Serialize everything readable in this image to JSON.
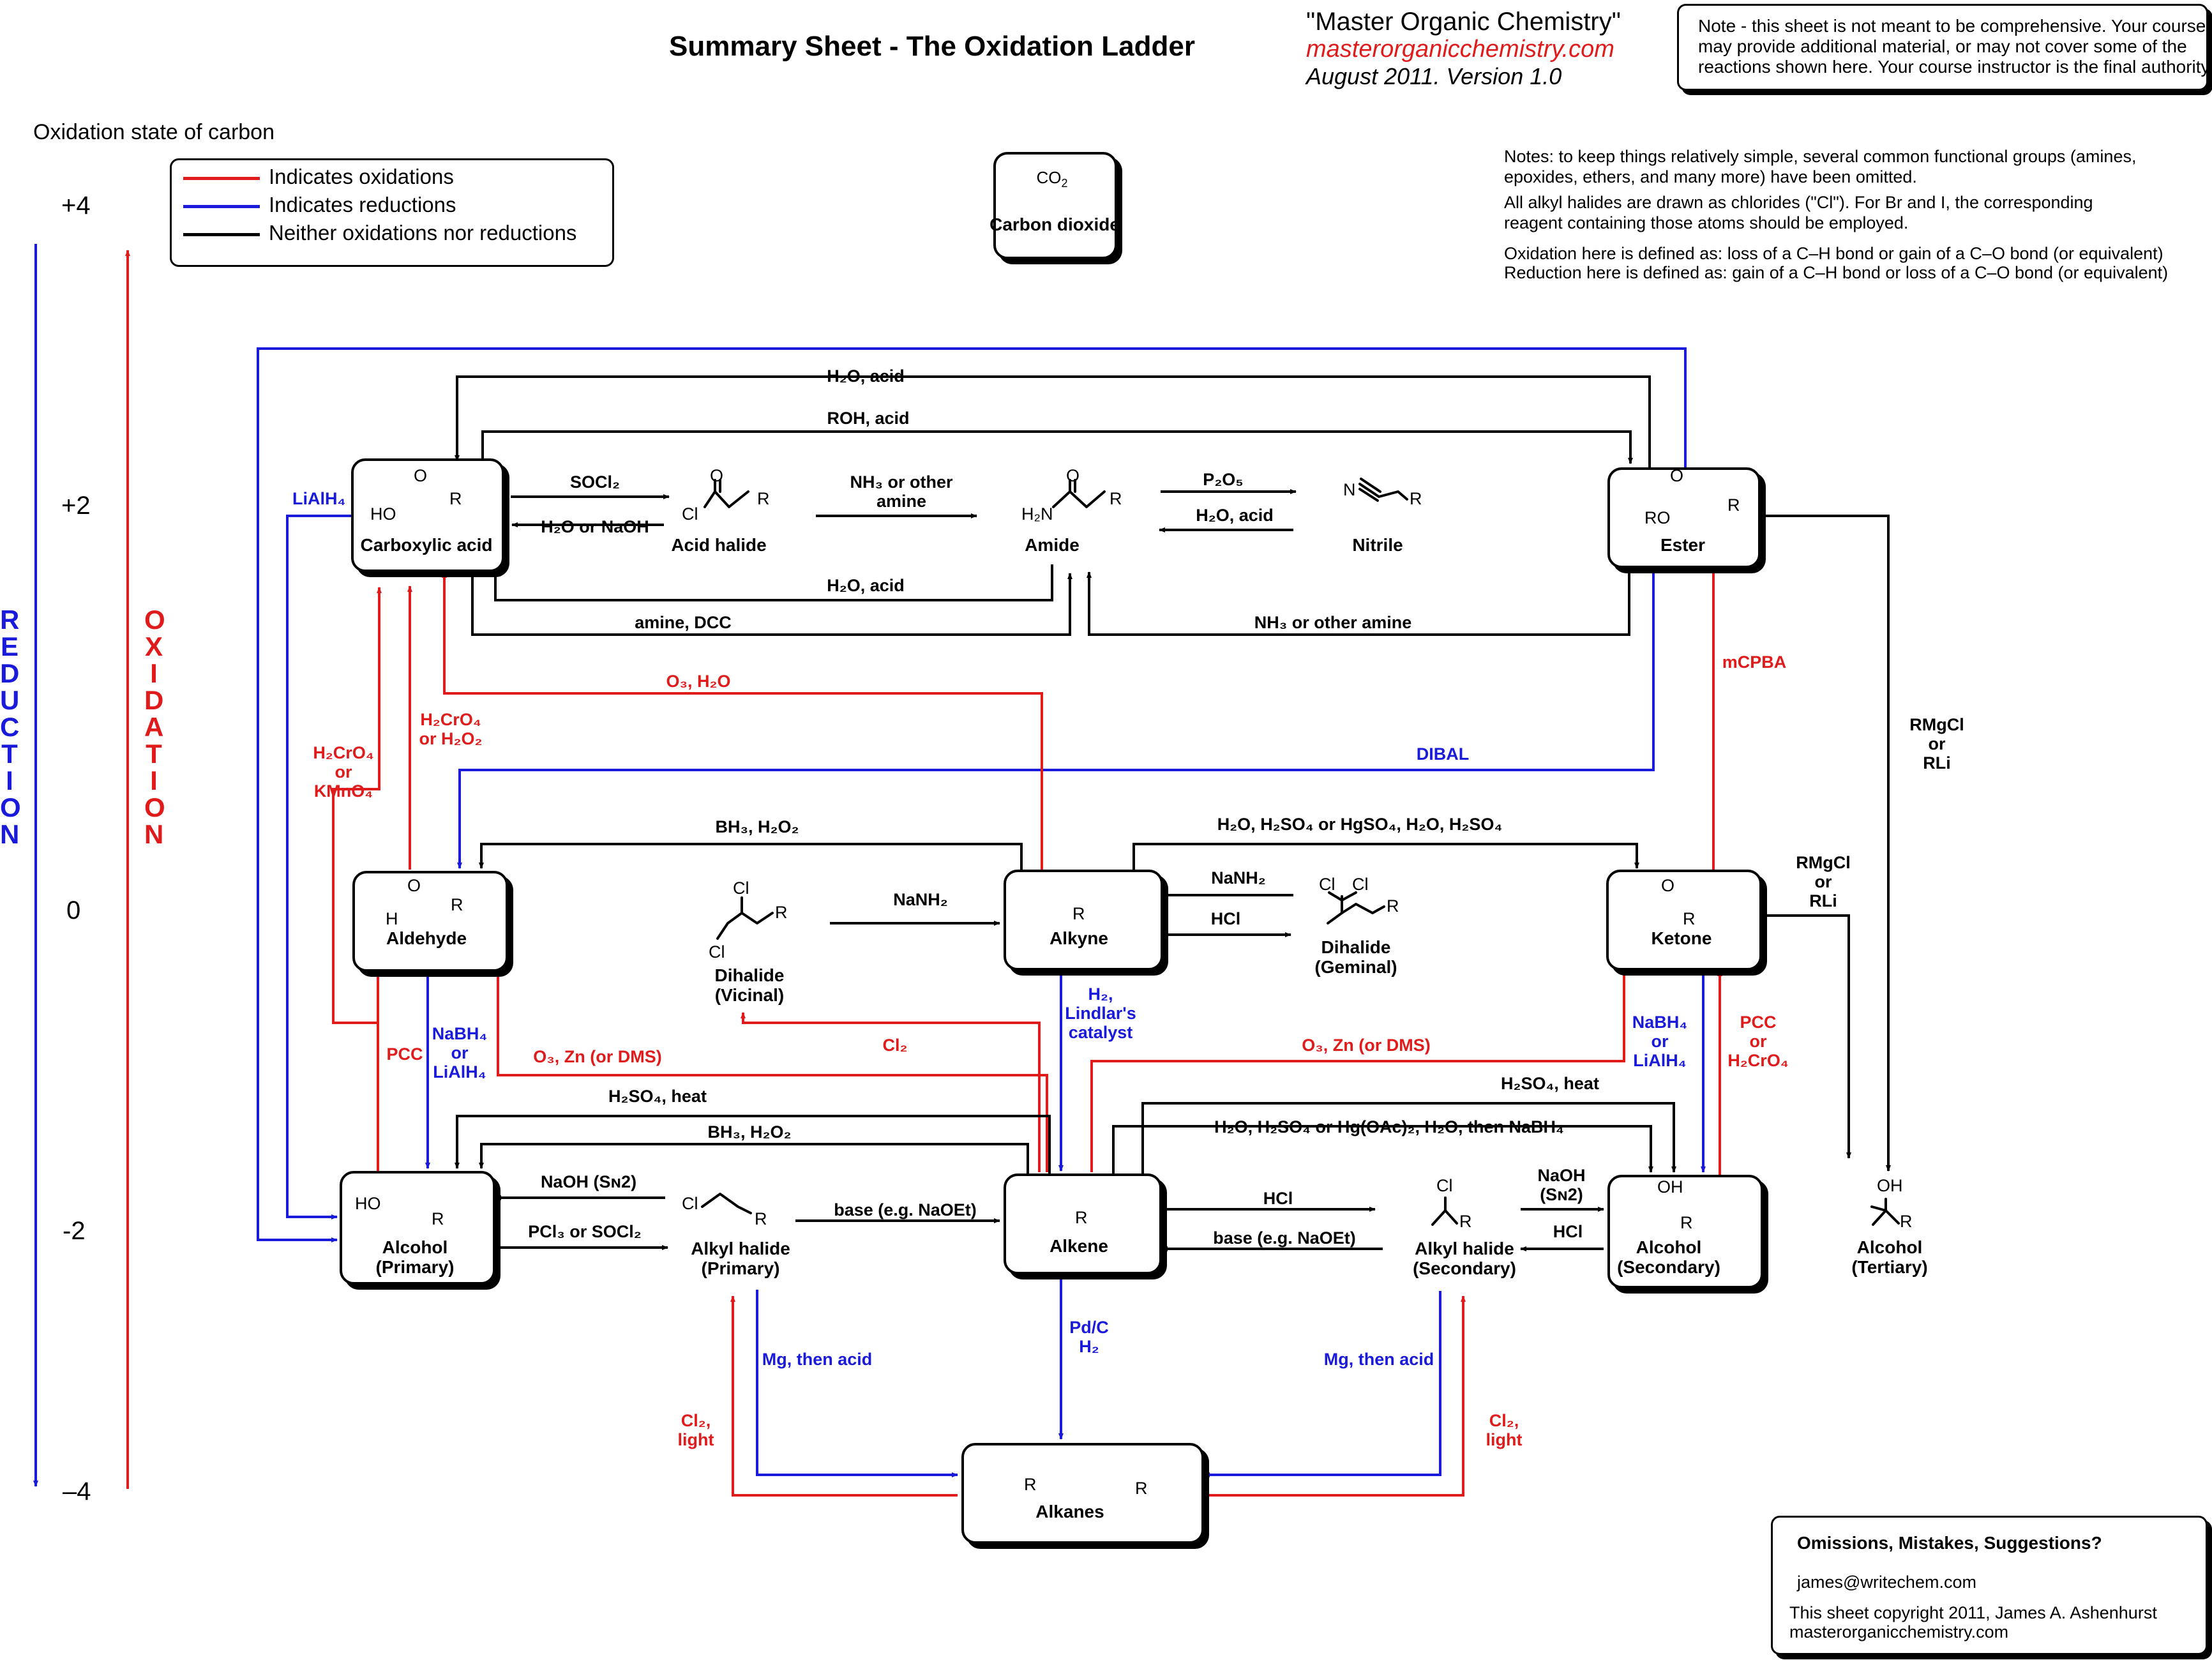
{
  "title": "Summary Sheet - The Oxidation Ladder",
  "source": {
    "name": "\"Master Organic Chemistry\"",
    "url": "masterorganicchemistry.com",
    "version": "August 2011. Version 1.0"
  },
  "disclaimer": [
    "Note - this sheet is not meant to be comprehensive. Your course",
    "may provide additional material, or may not cover some of the",
    "reactions shown here. Your course instructor is the final authority."
  ],
  "notes": [
    "Notes: to keep things relatively simple, several common functional groups (amines,",
    "epoxides, ethers, and many more) have been omitted.",
    "All alkyl halides are drawn as chlorides (\"Cl\"). For Br and I, the corresponding",
    "reagent containing those atoms should be employed.",
    "Oxidation here is defined as: loss of a C–H bond or gain of a C–O bond (or equivalent)",
    "Reduction here is defined as: gain of a C–H bond or loss of a C–O bond (or equivalent)"
  ],
  "axis": {
    "label": "Oxidation state of carbon",
    "ticks": [
      "+4",
      "+2",
      "0",
      "-2",
      "–4"
    ],
    "reduction": "REDUCTION",
    "oxidation": "OXIDATION"
  },
  "legend": {
    "items": [
      "Indicates oxidations",
      "Indicates reductions",
      "Neither oxidations nor reductions"
    ],
    "colors": [
      "#e01b1b",
      "#1a1adb",
      "#000000"
    ]
  },
  "compounds": {
    "co2_formula": "CO",
    "co2_sub": "2",
    "co2": "Carbon dioxide",
    "carboxylic_acid": "Carboxylic acid",
    "acid_halide": "Acid halide",
    "amide": "Amide",
    "nitrile": "Nitrile",
    "ester": "Ester",
    "aldehyde": "Aldehyde",
    "dihalide_vicinal": [
      "Dihalide",
      "(Vicinal)"
    ],
    "alkyne": "Alkyne",
    "dihalide_geminal": [
      "Dihalide",
      "(Geminal)"
    ],
    "ketone": "Ketone",
    "alcohol_primary": [
      "Alcohol",
      "(Primary)"
    ],
    "alkyl_halide_primary": [
      "Alkyl halide",
      "(Primary)"
    ],
    "alkene": "Alkene",
    "alkyl_halide_secondary": [
      "Alkyl halide",
      "(Secondary)"
    ],
    "alcohol_secondary": [
      "Alcohol",
      "(Secondary)"
    ],
    "alcohol_tertiary": [
      "Alcohol",
      "(Tertiary)"
    ],
    "alkanes": "Alkanes"
  },
  "atoms": {
    "O": "O",
    "HO": "HO",
    "R": "R",
    "Cl": "Cl",
    "H2N": "H₂N",
    "N": "N",
    "RO": "RO",
    "H": "H",
    "OH": "OH"
  },
  "reagents": {
    "h2o_acid": "H₂O, acid",
    "roh_acid": "ROH, acid",
    "socl2": "SOCl₂",
    "h2o_naoh": "H₂O or NaOH",
    "nh3_amine": [
      "NH₃ or other",
      "amine"
    ],
    "p2o5": "P₂O₅",
    "h2o_acid_2": "H₂O, acid",
    "h2o_acid_3": "H₂O, acid",
    "amine_dcc": "amine, DCC",
    "nh3_other_amine": "NH₃ or other amine",
    "lialh4": "LiAlH₄",
    "o3_h2o": "O₃, H₂O",
    "h2cro4_h2o2": [
      "H₂CrO₄",
      "or H₂O₂"
    ],
    "h2cro4_kmno4": [
      "H₂CrO₄",
      "or",
      "KMnO₄"
    ],
    "dibal": "DIBAL",
    "mcpba": "mCPBA",
    "rmgcl_rli_1": [
      "RMgCl",
      "or",
      "RLi"
    ],
    "rmgcl_rli_2": [
      "RMgCl",
      "or",
      "RLi"
    ],
    "bh3_h2o2": "BH₃, H₂O₂",
    "h2o_h2so4_hgso4": "H₂O, H₂SO₄ or HgSO₄, H₂O, H₂SO₄",
    "nanh2_1": "NaNH₂",
    "nanh2_2": "NaNH₂",
    "hcl_1": "HCl",
    "pcc_1": "PCC",
    "nabh4_lialh4_1": [
      "NaBH₄",
      "or",
      "LiAlH₄"
    ],
    "o3_zn_dms_1": "O₃, Zn (or DMS)",
    "lindlar": [
      "H₂,",
      "Lindlar's",
      "catalyst"
    ],
    "cl2": "Cl₂",
    "o3_zn_dms_2": "O₃, Zn (or DMS)",
    "nabh4_lialh4_2": [
      "NaBH₄",
      "or",
      "LiAlH₄"
    ],
    "pcc_h2cro4": [
      "PCC",
      "or",
      "H₂CrO₄"
    ],
    "h2so4_heat_1": "H₂SO₄, heat",
    "h2so4_heat_2": "H₂SO₄, heat",
    "bh3_h2o2_2": "BH₃, H₂O₂",
    "oxymercuration": "H₂O, H₂SO₄ or Hg(OAc)₂, H₂O, then NaBH₄",
    "naoh_sn2_1": "NaOH (Sɴ2)",
    "pcl3_socl2": "PCl₃ or SOCl₂",
    "base_naoet_1": "base (e.g. NaOEt)",
    "hcl_2": "HCl",
    "base_naoet_2": "base (e.g. NaOEt)",
    "naoh_sn2_2": [
      "NaOH",
      "(Sɴ2)"
    ],
    "hcl_3": "HCl",
    "mg_acid_1": "Mg, then acid",
    "pdc_h2": [
      "Pd/C",
      "H₂"
    ],
    "mg_acid_2": "Mg, then acid",
    "cl2_light_1": [
      "Cl₂,",
      "light"
    ],
    "cl2_light_2": [
      "Cl₂,",
      "light"
    ]
  },
  "feedback": {
    "heading": "Omissions, Mistakes, Suggestions?",
    "email": "james@writechem.com",
    "copyright": [
      "This sheet copyright 2011, James A. Ashenhurst",
      "masterorganicchemistry.com"
    ]
  }
}
